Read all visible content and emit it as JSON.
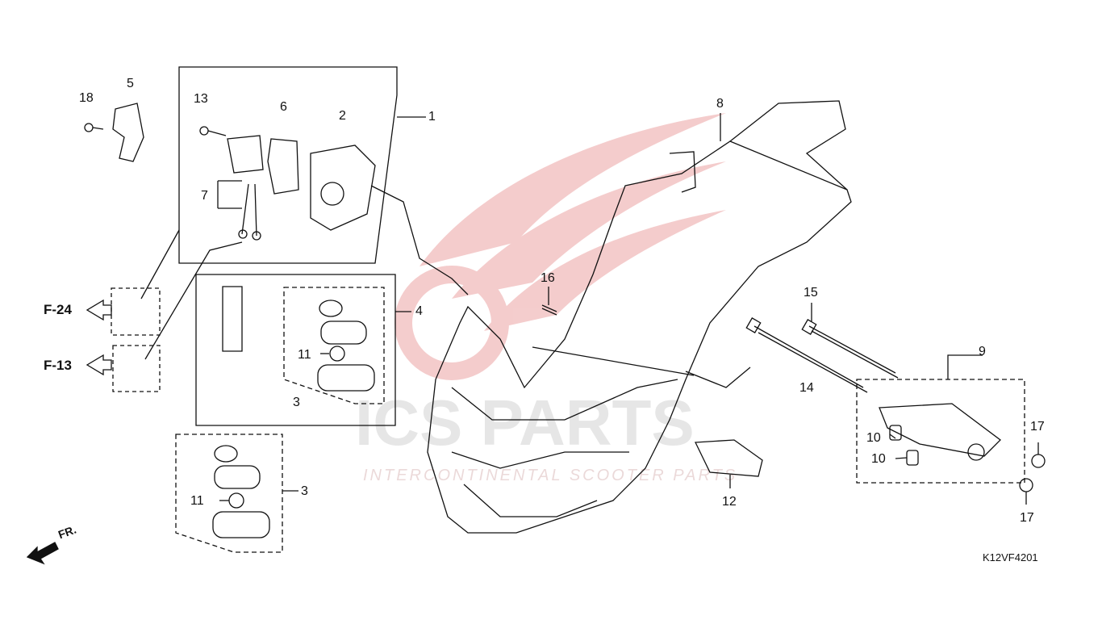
{
  "diagram": {
    "code": "K12VF4201",
    "front_indicator": "FR.",
    "watermark": {
      "text": "ICS PARTS",
      "subtext": "INTERCONTINENTAL SCOOTER PARTS"
    },
    "references": [
      {
        "id": "f24",
        "label": "F-24"
      },
      {
        "id": "f13",
        "label": "F-13"
      }
    ],
    "part_labels": {
      "p1": "1",
      "p2": "2",
      "p3a": "3",
      "p3b": "3",
      "p4": "4",
      "p5": "5",
      "p6": "6",
      "p7": "7",
      "p8": "8",
      "p9": "9",
      "p10a": "10",
      "p10b": "10",
      "p11a": "11",
      "p11b": "11",
      "p12": "12",
      "p13": "13",
      "p14": "14",
      "p15": "15",
      "p16": "16",
      "p17a": "17",
      "p17b": "17",
      "p18": "18"
    },
    "colors": {
      "line": "#111111",
      "watermark_red": "#e8a0a0",
      "watermark_gray": "#c8c8c8"
    }
  }
}
